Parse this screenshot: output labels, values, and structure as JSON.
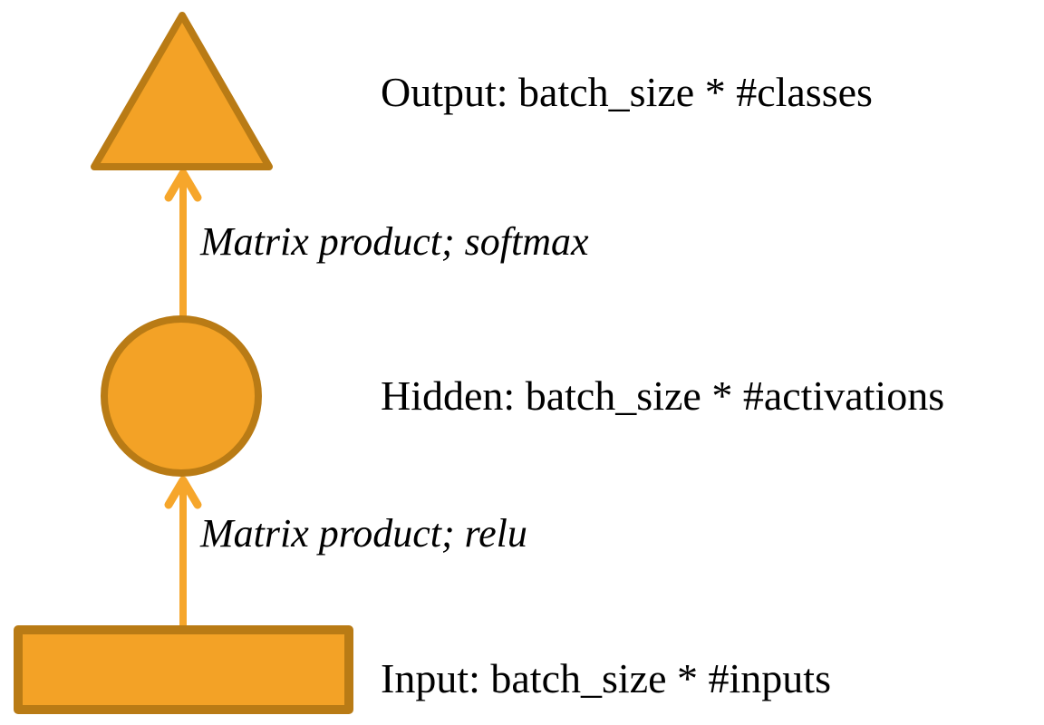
{
  "diagram": {
    "type": "neural-network-layer-diagram",
    "nodes": [
      {
        "id": "output",
        "shape": "triangle",
        "label": "Output: batch_size * #classes"
      },
      {
        "id": "hidden",
        "shape": "circle",
        "label": "Hidden: batch_size * #activations"
      },
      {
        "id": "input",
        "shape": "rectangle",
        "label": "Input: batch_size * #inputs"
      }
    ],
    "edges": [
      {
        "from": "hidden",
        "to": "output",
        "label": "Matrix product; softmax"
      },
      {
        "from": "input",
        "to": "hidden",
        "label": "Matrix product; relu"
      }
    ]
  },
  "colors": {
    "shape-fill": "#f3a226",
    "shape-border": "#b97b15",
    "arrow": "#f6a62b",
    "text": "#000000",
    "background": "#ffffff"
  }
}
